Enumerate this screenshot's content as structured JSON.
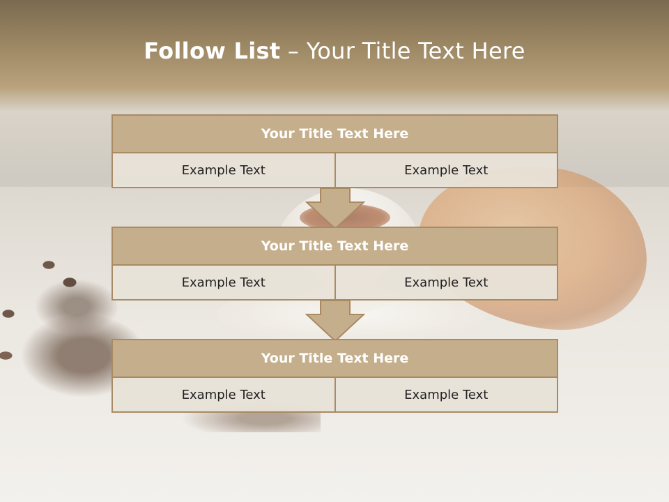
{
  "title": {
    "bold": "Follow List",
    "rest": " – Your Title Text Here"
  },
  "blocks": [
    {
      "heading": "Your Title Text Here",
      "left": "Example Text",
      "right": "Example Text"
    },
    {
      "heading": "Your Title Text Here",
      "left": "Example Text",
      "right": "Example Text"
    },
    {
      "heading": "Your Title Text Here",
      "left": "Example Text",
      "right": "Example Text"
    }
  ],
  "colors": {
    "header_fill": "#c5ae8b",
    "border": "#a88a63",
    "cell_fill": "#e8e2d8",
    "arrow_fill": "#c5ae8b"
  }
}
